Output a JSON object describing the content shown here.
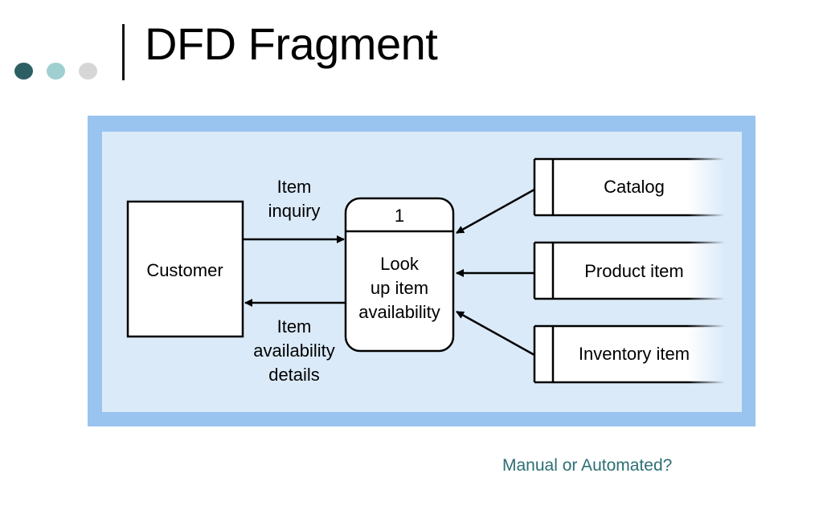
{
  "slide": {
    "title": "DFD Fragment",
    "note": "Manual or Automated?",
    "bullet_colors": [
      "#2c5f64",
      "#9fcfd0",
      "#d6d6d6"
    ]
  },
  "diagram": {
    "external_entity": {
      "label": "Customer"
    },
    "process": {
      "number": "1",
      "label_lines": [
        "Look",
        "up item",
        "availability"
      ]
    },
    "flows": {
      "inquiry": [
        "Item",
        "inquiry"
      ],
      "availability": [
        "Item",
        "availability",
        "details"
      ]
    },
    "data_stores": [
      {
        "label": "Catalog"
      },
      {
        "label": "Product item"
      },
      {
        "label": "Inventory item"
      }
    ]
  }
}
